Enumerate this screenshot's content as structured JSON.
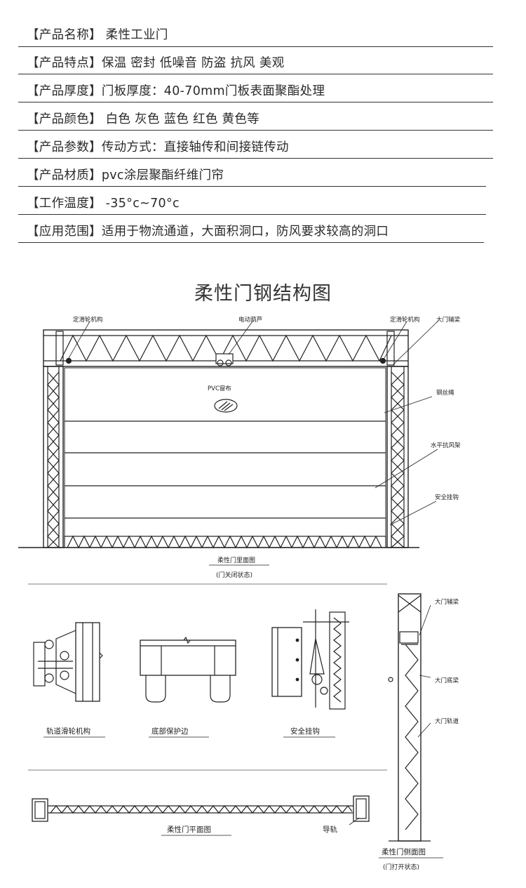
{
  "specs": [
    {
      "key": "【产品名称】",
      "value": " 柔性工业门"
    },
    {
      "key": "【产品特点】",
      "value": "保温 密封 低噪音 防盗 抗风 美观"
    },
    {
      "key": "【产品厚度】",
      "value": "门板厚度：40-70mm门板表面聚酯处理"
    },
    {
      "key": "【产品颜色】",
      "value": " 白色 灰色 蓝色 红色 黄色等"
    },
    {
      "key": "【产品参数】",
      "value": "传动方式：直接轴传和间接链传动"
    },
    {
      "key": "【产品材质】",
      "value": "pvc涂层聚酯纤维门帘"
    },
    {
      "key": "【工作温度】",
      "value": "  -35°c~70°c"
    },
    {
      "key": "【应用范围】",
      "value": "适用于物流通道，大面积洞口，防风要求较高的洞口"
    }
  ],
  "diagram": {
    "title": "柔性门钢结构图",
    "front_labels": {
      "pulley_left": "定滑轮机构",
      "hoist": "电动葫芦",
      "pulley_right": "定滑轮机构",
      "main_beam": "大门辅梁",
      "wire_rope": "钢丝绳",
      "wind_frame": "水平抗风架",
      "safety_hook": "安全挂钩",
      "curtain": "PVC窗布"
    },
    "front_caption": "柔性门里面图",
    "front_state": "(门关闭状态)",
    "detail_captions": {
      "track_pulley": "轨道滑轮机构",
      "bottom_edge": "底部保护边",
      "safety_hook": "安全挂钩"
    },
    "side_labels": {
      "aux_beam": "大门辅梁",
      "bottom_beam": "大门底梁",
      "track": "大门轨道"
    },
    "plan_caption": "柔性门平面图",
    "guide_rail": "导轨",
    "side_caption": "柔性门侧面图",
    "side_state": "(门打开状态)"
  }
}
